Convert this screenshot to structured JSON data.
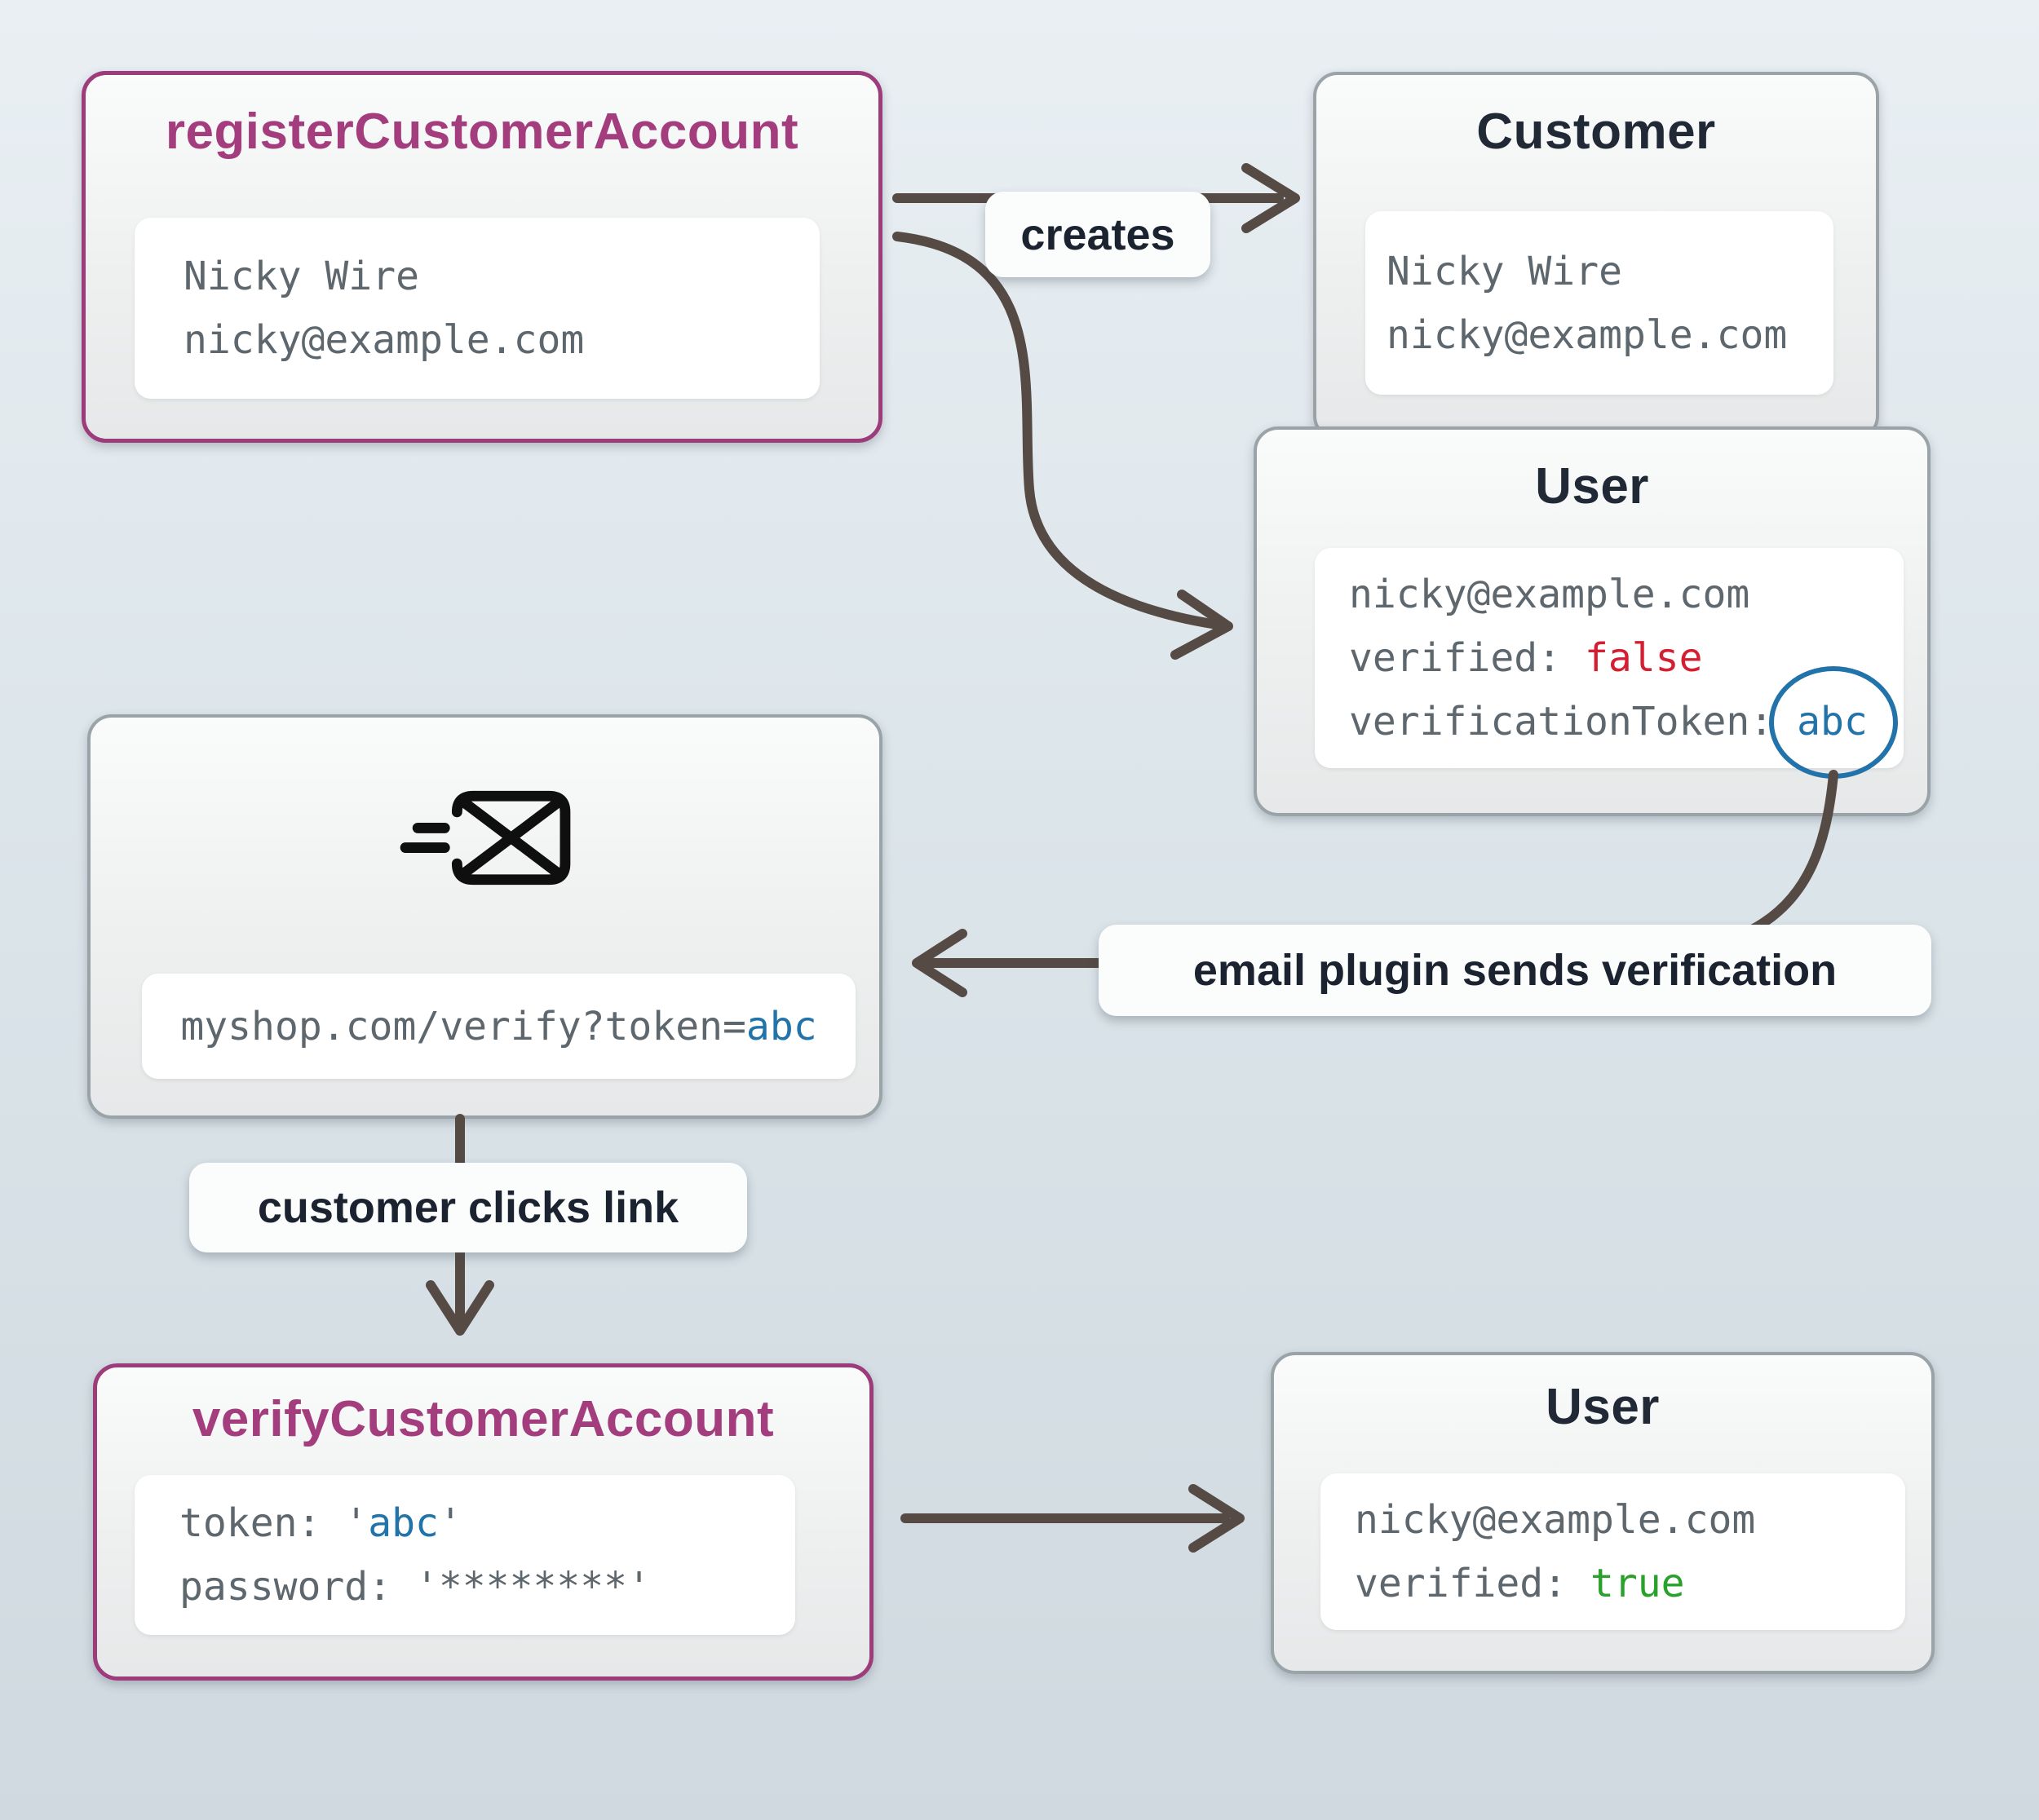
{
  "diagram": {
    "boxes": {
      "register": {
        "title": "registerCustomerAccount",
        "name": "Nicky Wire",
        "email": "nicky@example.com"
      },
      "customer": {
        "title": "Customer",
        "name": "Nicky Wire",
        "email": "nicky@example.com"
      },
      "user_unverified": {
        "title": "User",
        "email": "nicky@example.com",
        "verified_label": "verified:",
        "verified_value": "false",
        "token_label": "verificationToken:",
        "token_value": "abc"
      },
      "email": {
        "url_prefix": "myshop.com/verify?token=",
        "url_token": "abc"
      },
      "verify": {
        "title": "verifyCustomerAccount",
        "token_label": "token:",
        "token_open_quote": "'",
        "token_value": "abc",
        "token_close_quote": "'",
        "password_label": "password:",
        "password_value": "'********'"
      },
      "user_verified": {
        "title": "User",
        "email": "nicky@example.com",
        "verified_label": "verified:",
        "verified_value": "true"
      }
    },
    "labels": {
      "creates": "creates",
      "email_plugin": "email plugin sends verification",
      "customer_clicks": "customer clicks link"
    },
    "icons": {
      "envelope": "send-email-icon"
    },
    "colors": {
      "accent_magenta": "#9c3c7a",
      "title_dark": "#212936",
      "code_gray": "#5d676d",
      "false_red": "#d41f33",
      "true_green": "#2aa12b",
      "token_blue": "#2173a9",
      "arrow": "#564a44"
    }
  }
}
